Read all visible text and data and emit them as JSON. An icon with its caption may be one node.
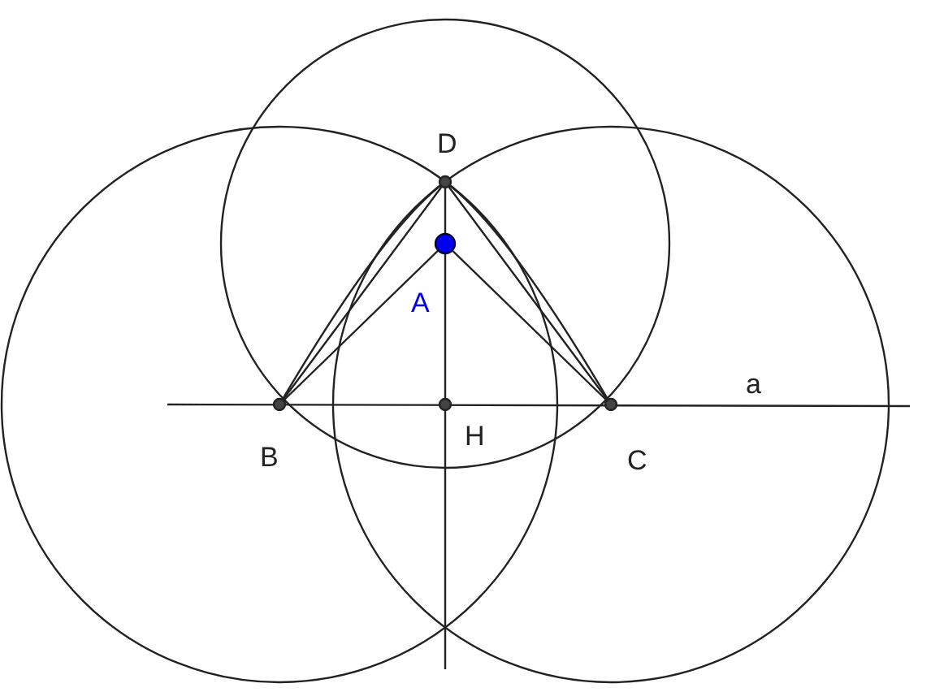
{
  "diagram": {
    "labels": [
      "D",
      "A",
      "a",
      "B",
      "H",
      "C"
    ]
  }
}
